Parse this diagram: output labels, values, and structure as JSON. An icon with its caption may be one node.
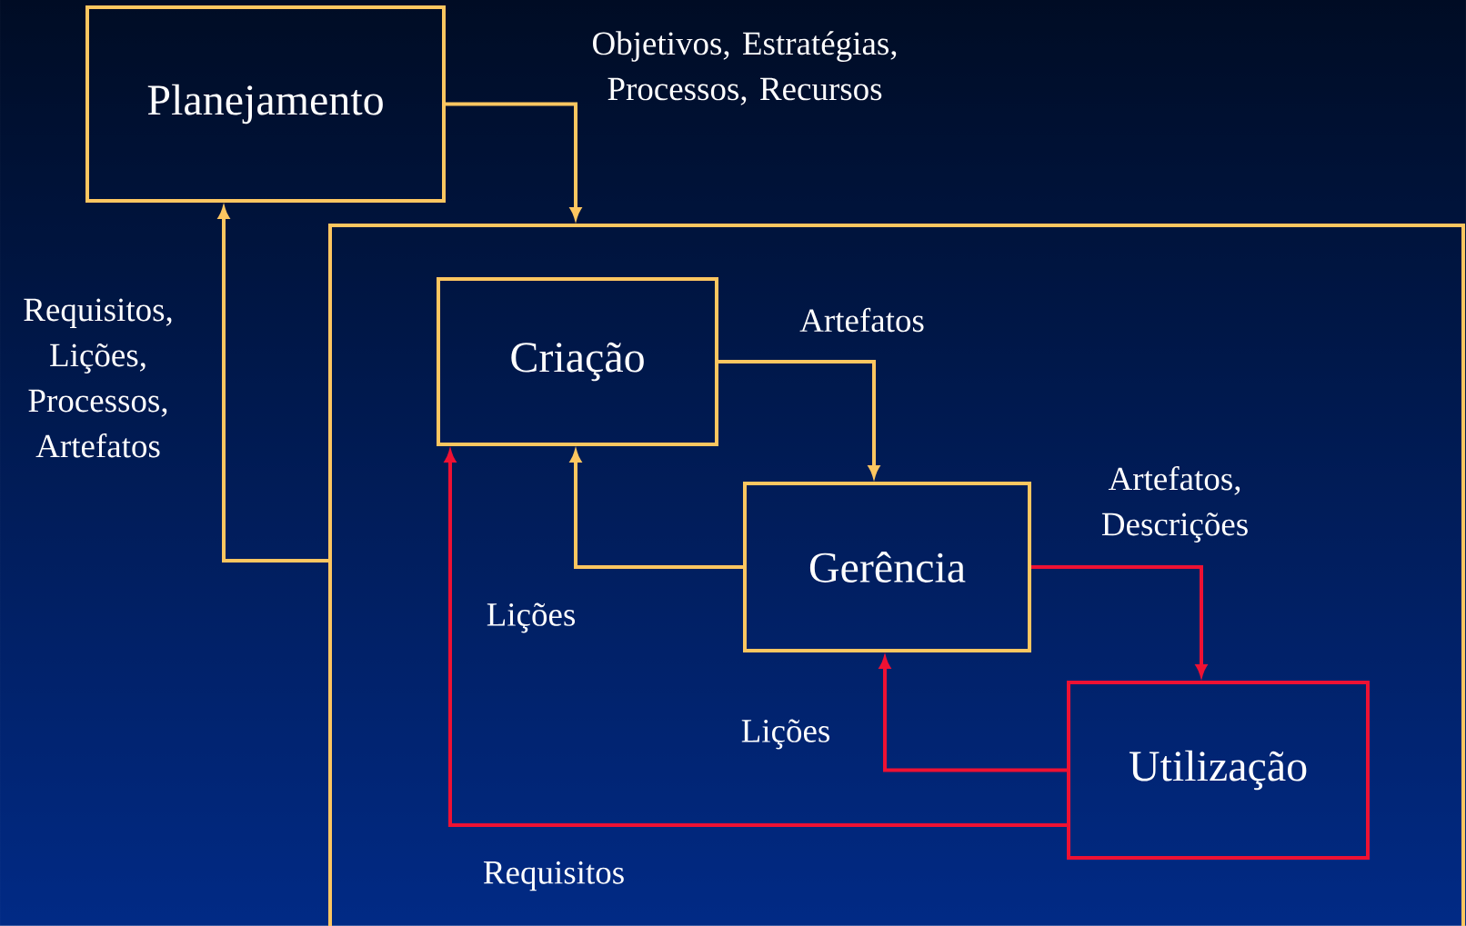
{
  "diagram": {
    "nodes": [
      {
        "text": [
          "Planejamento"
        ]
      },
      {
        "text": [],
        "shape": "box"
      },
      {
        "text": [
          "Criação"
        ],
        "in": 1
      },
      {
        "text": [
          "Gerência"
        ],
        "in": 1
      },
      {
        "text": [
          "Utilização"
        ],
        "in": 1
      }
    ],
    "edges": [
      {
        "from": 0,
        "to": 1,
        "arrow": "to",
        "label": "Objetivos, Estratégias, Processos, Recursos"
      },
      {
        "from": 1,
        "to": 0,
        "arrow": "to",
        "label": "Requisitos, Lições, Processos, Artefatos"
      },
      {
        "from": 2,
        "to": 3,
        "arrow": "to",
        "label": "Artefatos"
      },
      {
        "from": 3,
        "to": 2,
        "arrow": "to",
        "label": "Lições"
      },
      {
        "from": 3,
        "to": 4,
        "arrow": "to",
        "label": "Artefatos, Descrições",
        "color": "#ee1133"
      },
      {
        "from": 4,
        "to": 3,
        "arrow": "to",
        "label": "Lições",
        "color": "#ee1133"
      },
      {
        "from": 4,
        "to": 2,
        "arrow": "to",
        "label": "Requisitos",
        "color": "#ee1133"
      }
    ]
  }
}
